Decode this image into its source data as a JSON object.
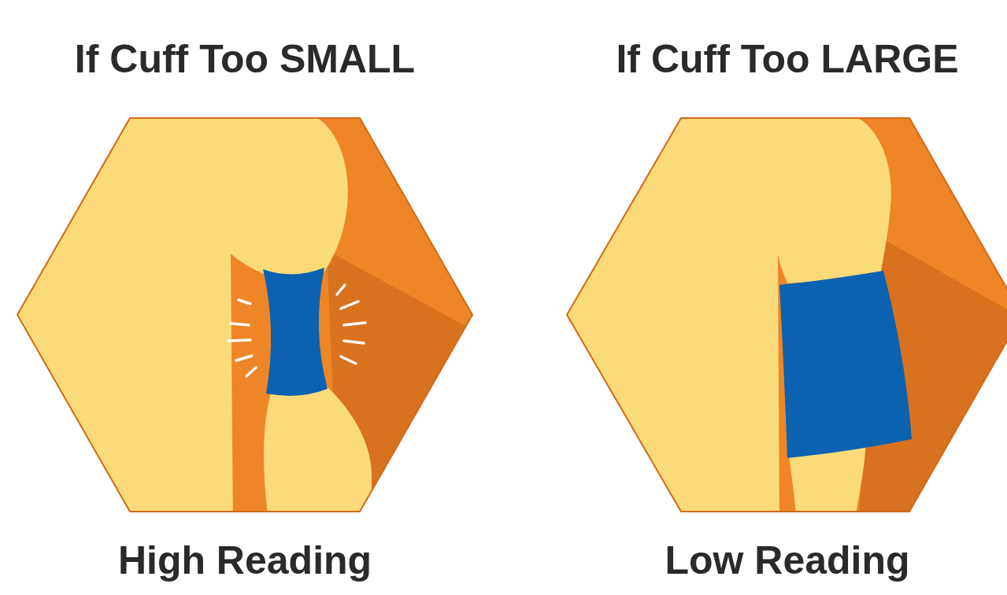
{
  "diagram": {
    "nodes": [
      {
        "text": [
          "If Cuff Too SMALL",
          "High Reading"
        ]
      },
      {
        "text": [
          "If Cuff Too LARGE",
          "Low Reading"
        ]
      }
    ]
  }
}
